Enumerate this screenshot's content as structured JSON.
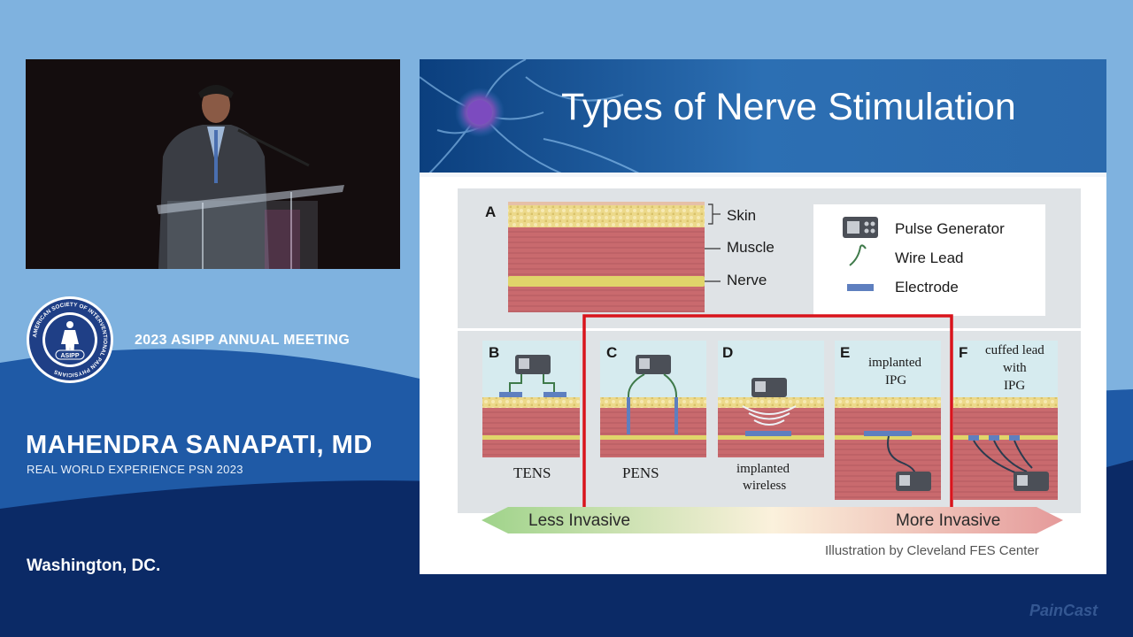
{
  "event": {
    "meeting": "2023 ASIPP ANNUAL MEETING",
    "speaker": "MAHENDRA SANAPATI, MD",
    "talk_title": "REAL WORLD EXPERIENCE PSN 2023",
    "location": "Washington, DC.",
    "brand": "PainCast",
    "logo": {
      "ring_text": "AMERICAN SOCIETY OF INTERVENTIONAL PAIN PHYSICIANS",
      "center_text": "ASIPP"
    }
  },
  "slide": {
    "title": "Types of Nerve Stimulation",
    "credit": "Illustration by Cleveland FES Center",
    "panel_a": {
      "letter": "A",
      "layers": [
        "Skin",
        "Muscle",
        "Nerve"
      ]
    },
    "legend": [
      "Pulse Generator",
      "Wire Lead",
      "Electrode"
    ],
    "panels": [
      {
        "letter": "B",
        "caption": "TENS"
      },
      {
        "letter": "C",
        "caption": "PENS"
      },
      {
        "letter": "D",
        "caption_line1": "implanted",
        "caption_line2": "wireless"
      },
      {
        "letter": "E",
        "caption_line1": "implanted",
        "caption_line2": "IPG"
      },
      {
        "letter": "F",
        "caption_line1": "cuffed lead",
        "caption_line2": "with",
        "caption_line3": "IPG"
      }
    ],
    "scale": {
      "left": "Less Invasive",
      "right": "More Invasive"
    }
  },
  "colors": {
    "navy": "#0b2a66",
    "mid_blue": "#1f5aa6",
    "light_blue": "#7fb2df",
    "highlight_red": "#d9141c"
  }
}
